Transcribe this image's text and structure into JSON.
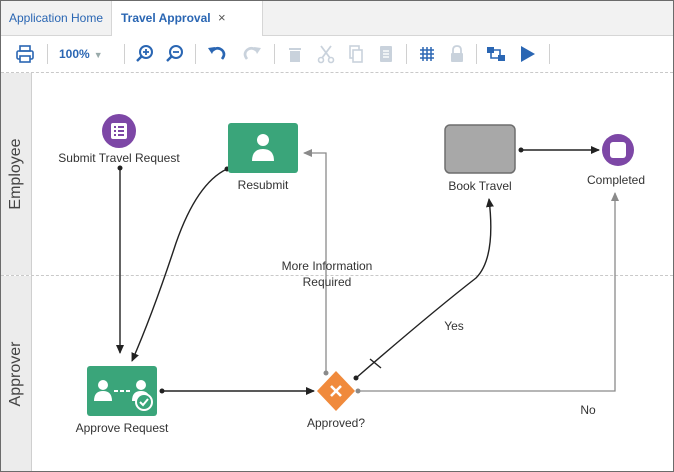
{
  "tabs": [
    {
      "label": "Application Home"
    },
    {
      "label": "Travel Approval",
      "close": "×"
    }
  ],
  "toolbar": {
    "zoom": "100%",
    "buttons": [
      "print-icon",
      "zoom-in-icon",
      "zoom-out-icon",
      "undo-icon",
      "redo-icon",
      "delete-icon",
      "cut-icon",
      "copy-icon",
      "paste-icon",
      "grid-icon",
      "lock-icon",
      "validate-icon",
      "run-icon"
    ]
  },
  "lanes": [
    {
      "label": "Employee"
    },
    {
      "label": "Approver"
    }
  ],
  "nodes": {
    "submit": "Submit Travel Request",
    "resubmit": "Resubmit",
    "book": "Book Travel",
    "completed": "Completed",
    "approve": "Approve Request",
    "gateway": "Approved?"
  },
  "edges": {
    "more_info": [
      "More Information",
      "Required"
    ],
    "yes": "Yes",
    "no": "No"
  },
  "colors": {
    "accent": "#2a66b3",
    "task_green": "#3aa57a",
    "event_purple": "#7d47a6",
    "gateway_orange": "#f08a3c",
    "book_gray": "#a8a8a8"
  }
}
